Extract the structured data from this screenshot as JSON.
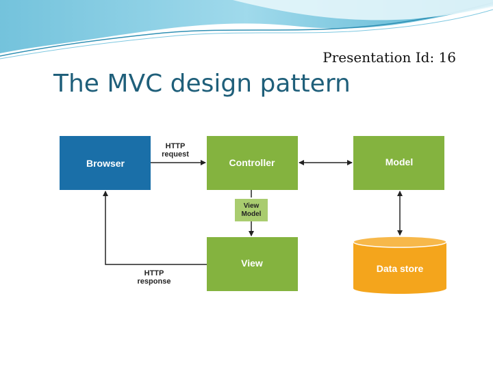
{
  "slide": {
    "presentation_id": "Presentation Id: 16",
    "title": "The MVC design pattern"
  },
  "diagram": {
    "browser": "Browser",
    "controller": "Controller",
    "model": "Model",
    "view_model_line1": "View",
    "view_model_line2": "Model",
    "view": "View",
    "data_store": "Data store",
    "http_request_line1": "HTTP",
    "http_request_line2": "request",
    "http_response_line1": "HTTP",
    "http_response_line2": "response"
  },
  "colors": {
    "browser": "#1a6fa8",
    "green": "#84b33f",
    "view_model": "#a9cc6f",
    "data_store": "#f4a51c",
    "title": "#1f5f7a"
  }
}
